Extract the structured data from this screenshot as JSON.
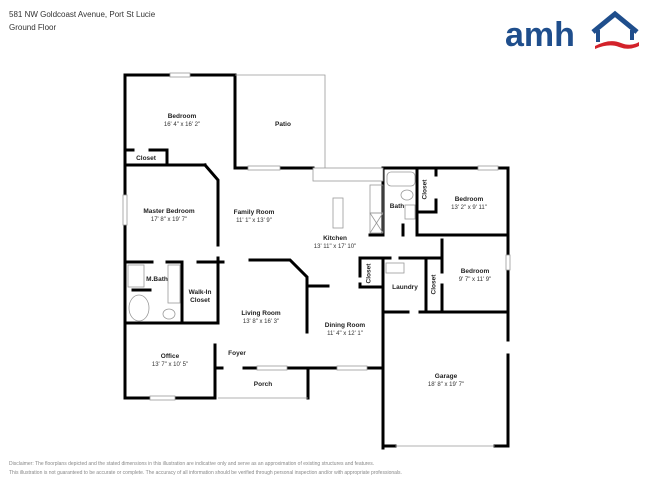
{
  "header": {
    "address": "581 NW Goldcoast Avenue, Port St Lucie",
    "floor": "Ground Floor"
  },
  "logo": {
    "text": "amh",
    "icon": "house-icon",
    "colors": {
      "primary": "#1f4e8c",
      "accent": "#d3222a"
    }
  },
  "rooms": [
    {
      "name": "Bedroom",
      "dims": "16' 4\" x 16' 2\""
    },
    {
      "name": "Patio",
      "dims": ""
    },
    {
      "name": "Closet",
      "dims": ""
    },
    {
      "name": "Master Bedroom",
      "dims": "17' 8\" x 19' 7\""
    },
    {
      "name": "Family Room",
      "dims": "11' 1\" x 13' 9\""
    },
    {
      "name": "Kitchen",
      "dims": "13' 11\" x 17' 10\""
    },
    {
      "name": "Bath",
      "dims": ""
    },
    {
      "name": "Closet",
      "dims": ""
    },
    {
      "name": "Bedroom",
      "dims": "13' 2\" x 9' 11\""
    },
    {
      "name": "M.Bath",
      "dims": ""
    },
    {
      "name": "Walk-In Closet",
      "dims": ""
    },
    {
      "name": "Closet",
      "dims": ""
    },
    {
      "name": "Laundry",
      "dims": ""
    },
    {
      "name": "Closet",
      "dims": ""
    },
    {
      "name": "Bedroom",
      "dims": "9' 7\" x 11' 9\""
    },
    {
      "name": "Living Room",
      "dims": "13' 8\" x 16' 3\""
    },
    {
      "name": "Dining Room",
      "dims": "11' 4\" x 12' 1\""
    },
    {
      "name": "Office",
      "dims": "13' 7\" x 10' 5\""
    },
    {
      "name": "Foyer",
      "dims": ""
    },
    {
      "name": "Porch",
      "dims": ""
    },
    {
      "name": "Garage",
      "dims": "18' 8\" x 19' 7\""
    }
  ],
  "disclaimer": {
    "line1": "Disclaimer: The floorplans depicted and the stated dimensions in this illustration are indicative only and serve as an approximation of existing structures and features.",
    "line2": "This illustration is not guaranteed to be accurate or complete. The accuracy of all information should be verified through personal inspection and/or with appropriate professionals."
  }
}
